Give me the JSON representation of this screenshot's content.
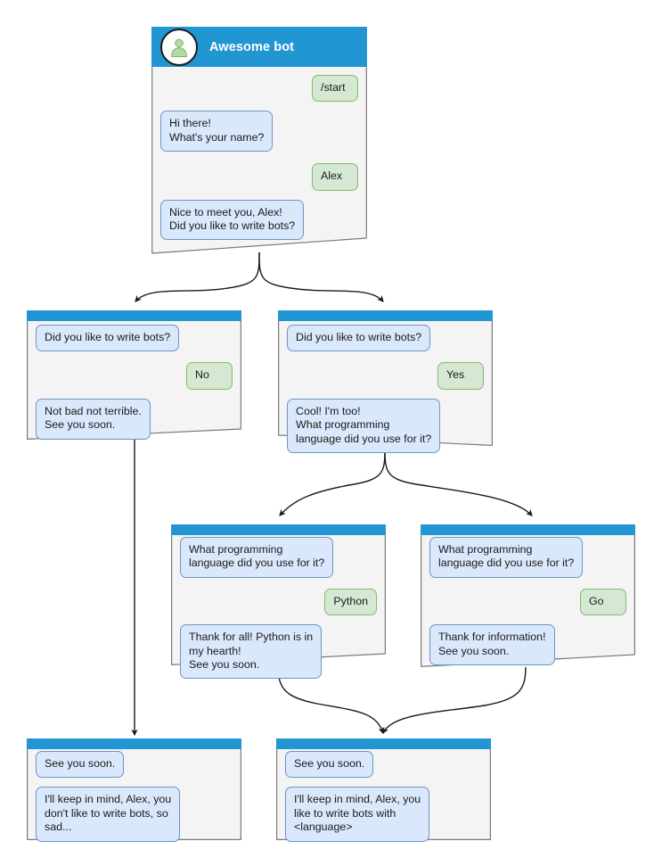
{
  "diagram": {
    "type": "bot-conversation-flowchart",
    "colors": {
      "header_blue": "#2196d3",
      "card_body": "#f4f4f4",
      "card_border": "#7a7a7a",
      "bot_bubble_fill": "#dae8fc",
      "bot_bubble_border": "#7093c6",
      "user_bubble_fill": "#d5e8d4",
      "user_bubble_border": "#87b96b",
      "avatar_person": "#b3dba4",
      "connector": "#1a1a1a",
      "background": "#ffffff"
    }
  },
  "root_card": {
    "title": "Awesome bot",
    "avatar_icon": "person-avatar-icon",
    "messages": [
      {
        "side": "user",
        "text": "/start"
      },
      {
        "side": "bot",
        "text": "Hi there!\nWhat's your name?"
      },
      {
        "side": "user",
        "text": "Alex"
      },
      {
        "side": "bot",
        "text": "Nice to meet you, Alex!\nDid you like to write bots?"
      }
    ]
  },
  "cards": [
    {
      "id": "card-no",
      "messages": [
        {
          "side": "bot",
          "text": "Did you like to write bots?"
        },
        {
          "side": "user",
          "text": "No"
        },
        {
          "side": "bot",
          "text": "Not bad not terrible.\nSee you soon."
        }
      ]
    },
    {
      "id": "card-yes",
      "messages": [
        {
          "side": "bot",
          "text": "Did you like to write bots?"
        },
        {
          "side": "user",
          "text": "Yes"
        },
        {
          "side": "bot",
          "text": "Cool! I'm too!\nWhat programming\nlanguage did you use for it?"
        }
      ]
    },
    {
      "id": "card-python",
      "messages": [
        {
          "side": "bot",
          "text": "What programming\nlanguage did you use for it?"
        },
        {
          "side": "user",
          "text": "Python"
        },
        {
          "side": "bot",
          "text": "Thank for all! Python is in\nmy hearth!\nSee you soon."
        }
      ]
    },
    {
      "id": "card-go",
      "messages": [
        {
          "side": "bot",
          "text": "What programming\nlanguage did you use for it?"
        },
        {
          "side": "user",
          "text": "Go"
        },
        {
          "side": "bot",
          "text": "Thank for information!\nSee you soon."
        }
      ]
    },
    {
      "id": "card-end-no",
      "messages": [
        {
          "side": "bot",
          "text": "See you soon."
        },
        {
          "side": "bot",
          "text": "I'll keep in mind, Alex, you\ndon't like to write bots, so\nsad..."
        }
      ]
    },
    {
      "id": "card-end-yes",
      "messages": [
        {
          "side": "bot",
          "text": "See you soon."
        },
        {
          "side": "bot",
          "text": "I'll keep in mind, Alex, you\nlike to write bots with\n<language>"
        }
      ]
    }
  ]
}
